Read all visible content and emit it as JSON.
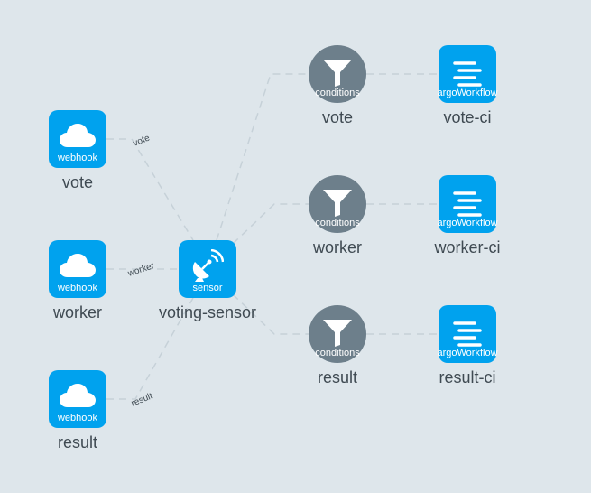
{
  "nodes": {
    "vote_webhook": {
      "type_label": "webhook",
      "name": "vote"
    },
    "worker_webhook": {
      "type_label": "webhook",
      "name": "worker"
    },
    "result_webhook": {
      "type_label": "webhook",
      "name": "result"
    },
    "sensor": {
      "type_label": "sensor",
      "name": "voting-sensor"
    },
    "vote_condition": {
      "type_label": "conditions",
      "name": "vote"
    },
    "worker_condition": {
      "type_label": "conditions",
      "name": "worker"
    },
    "result_condition": {
      "type_label": "conditions",
      "name": "result"
    },
    "vote_workflow": {
      "type_label": "argoWorkflow",
      "name": "vote-ci"
    },
    "worker_workflow": {
      "type_label": "argoWorkflow",
      "name": "worker-ci"
    },
    "result_workflow": {
      "type_label": "argoWorkflow",
      "name": "result-ci"
    }
  },
  "edges": {
    "vote": "vote",
    "worker": "worker",
    "result": "result"
  },
  "colors": {
    "background": "#dee6eb",
    "tile": "#00a2ee",
    "condition": "#6d7f8b",
    "edge": "#c6d1d8",
    "text": "#3f4a52"
  }
}
